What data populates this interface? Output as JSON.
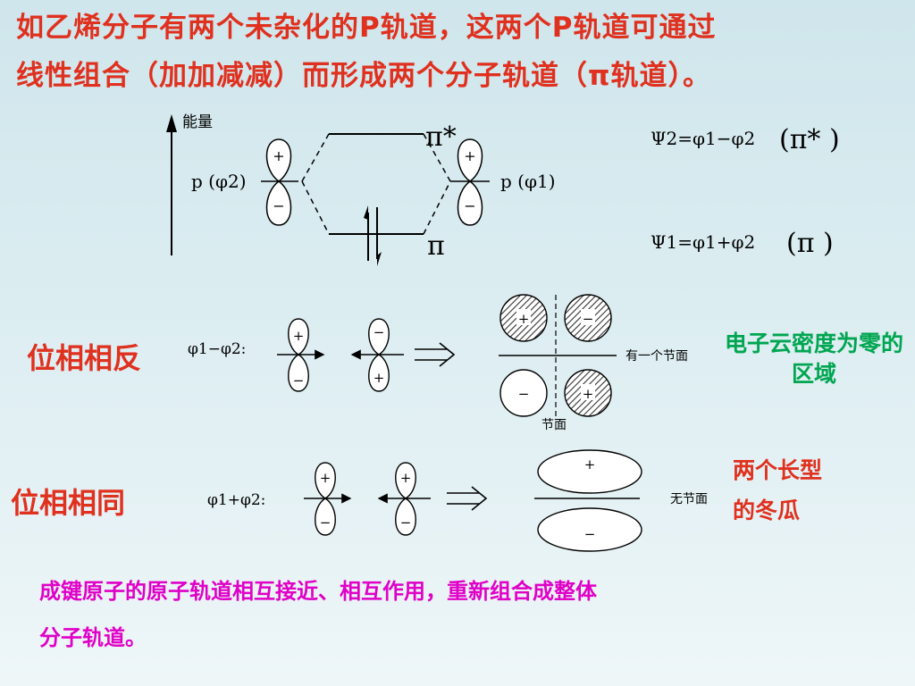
{
  "title": {
    "line1": "如乙烯分子有两个未杂化的P轨道，这两个P轨道可通过",
    "line2": "线性组合（加加减减）而形成两个分子轨道（π轨道）。"
  },
  "energy_diagram": {
    "axis_label": "能量",
    "left_orbital": "p (φ2)",
    "right_orbital": "p (φ1)",
    "pi_star": "π*",
    "pi": "π",
    "psi2": "Ψ2=φ1−φ2",
    "psi2_type": "(π* )",
    "psi1": "Ψ1=φ1+φ2",
    "psi1_type": "(π )",
    "plus": "+",
    "minus": "−"
  },
  "opposite_phase": {
    "label": "位相相反",
    "formula": "φ1−φ2:",
    "node_label": "有一个节面",
    "node_caption": "节面",
    "note": "电子云密度为零的区域"
  },
  "same_phase": {
    "label": "位相相同",
    "formula": "φ1+φ2:",
    "no_node_label": "无节面",
    "note_line1": "两个长型",
    "note_line2": "的冬瓜"
  },
  "footer": {
    "line1": "成键原子的原子轨道相互接近、相互作用，重新组合成整体",
    "line2": "分子轨道。"
  }
}
